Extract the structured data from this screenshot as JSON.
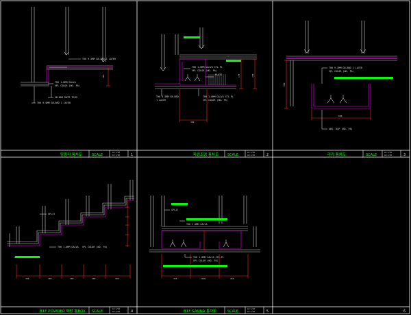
{
  "colors": {
    "background": "#000000",
    "frame": "#ffffff",
    "line": "#cfcfcf",
    "outline": "#ff00ff",
    "red": "#ff2a2a",
    "green": "#00ff00"
  },
  "panels": [
    {
      "title": "탕종리 통차도",
      "scale": "SCALE",
      "scale_values": [
        "A1:1/10",
        "A3:1/20"
      ],
      "number": "1",
      "labels": [
        "THK 9.5MM GB.BRD 1 LAYER",
        "THK 1.0MM GALVA",
        "VPL COLOR (NO. PA)",
        "GB.BRD MATS TRIM",
        "THK 9.5MM GB.BRD 1 LAYER"
      ],
      "dims": [
        "250"
      ]
    },
    {
      "title": "파킹조명 통차도",
      "scale": "SCALE",
      "scale_values": [
        "A1:1/10",
        "A3:1/20"
      ],
      "number": "2",
      "labels": [
        "THK 1.0MM GALVA STL.PL",
        "VPL COLOR (NO. PA)",
        "PLATE",
        "THK 9.5MM GB.BRD",
        "1 LAYER",
        "THK 1.0MM GALVA STL.PL",
        "VPL COLOR (NO. PA)"
      ],
      "dims": [
        "300",
        "175",
        "200"
      ]
    },
    {
      "title": "라카 통차도",
      "scale": "SCALE",
      "scale_values": [
        "A1:1/10",
        "A3:1/20"
      ],
      "number": "3",
      "labels": [
        "THK 9.5MM GB.BRD 1 LAYER",
        "VPL COLOR (NO. PA)",
        "ABS. ACP (NO. PA)"
      ],
      "dims": [
        "600",
        "500"
      ]
    },
    {
      "title": "B1F POWDER 파랑 통BOX",
      "scale": "SCALE",
      "scale_values": [
        "A1:1/10",
        "A3:1/20"
      ],
      "number": "4",
      "labels": [
        "SPLIT",
        "THK 1.0MM GALVA",
        "VPL COLOR (NO. PA)"
      ],
      "dims": [
        "300",
        "300",
        "300",
        "300",
        "300"
      ]
    },
    {
      "title": "B1F SAUNA 통차도",
      "scale": "SCALE",
      "scale_values": [
        "A1:1/10",
        "A3:1/20"
      ],
      "number": "5",
      "labels": [
        "SPLIT",
        "THK 1.0MM GALVA",
        "THK 1.0MM GALVA STL.PL",
        "VPL COLOR (NO. PA)"
      ],
      "dims": [
        "450",
        "1100",
        "450"
      ]
    },
    {
      "title": "",
      "scale": "",
      "scale_values": [
        "",
        ""
      ],
      "number": "6",
      "labels": [],
      "dims": []
    }
  ]
}
